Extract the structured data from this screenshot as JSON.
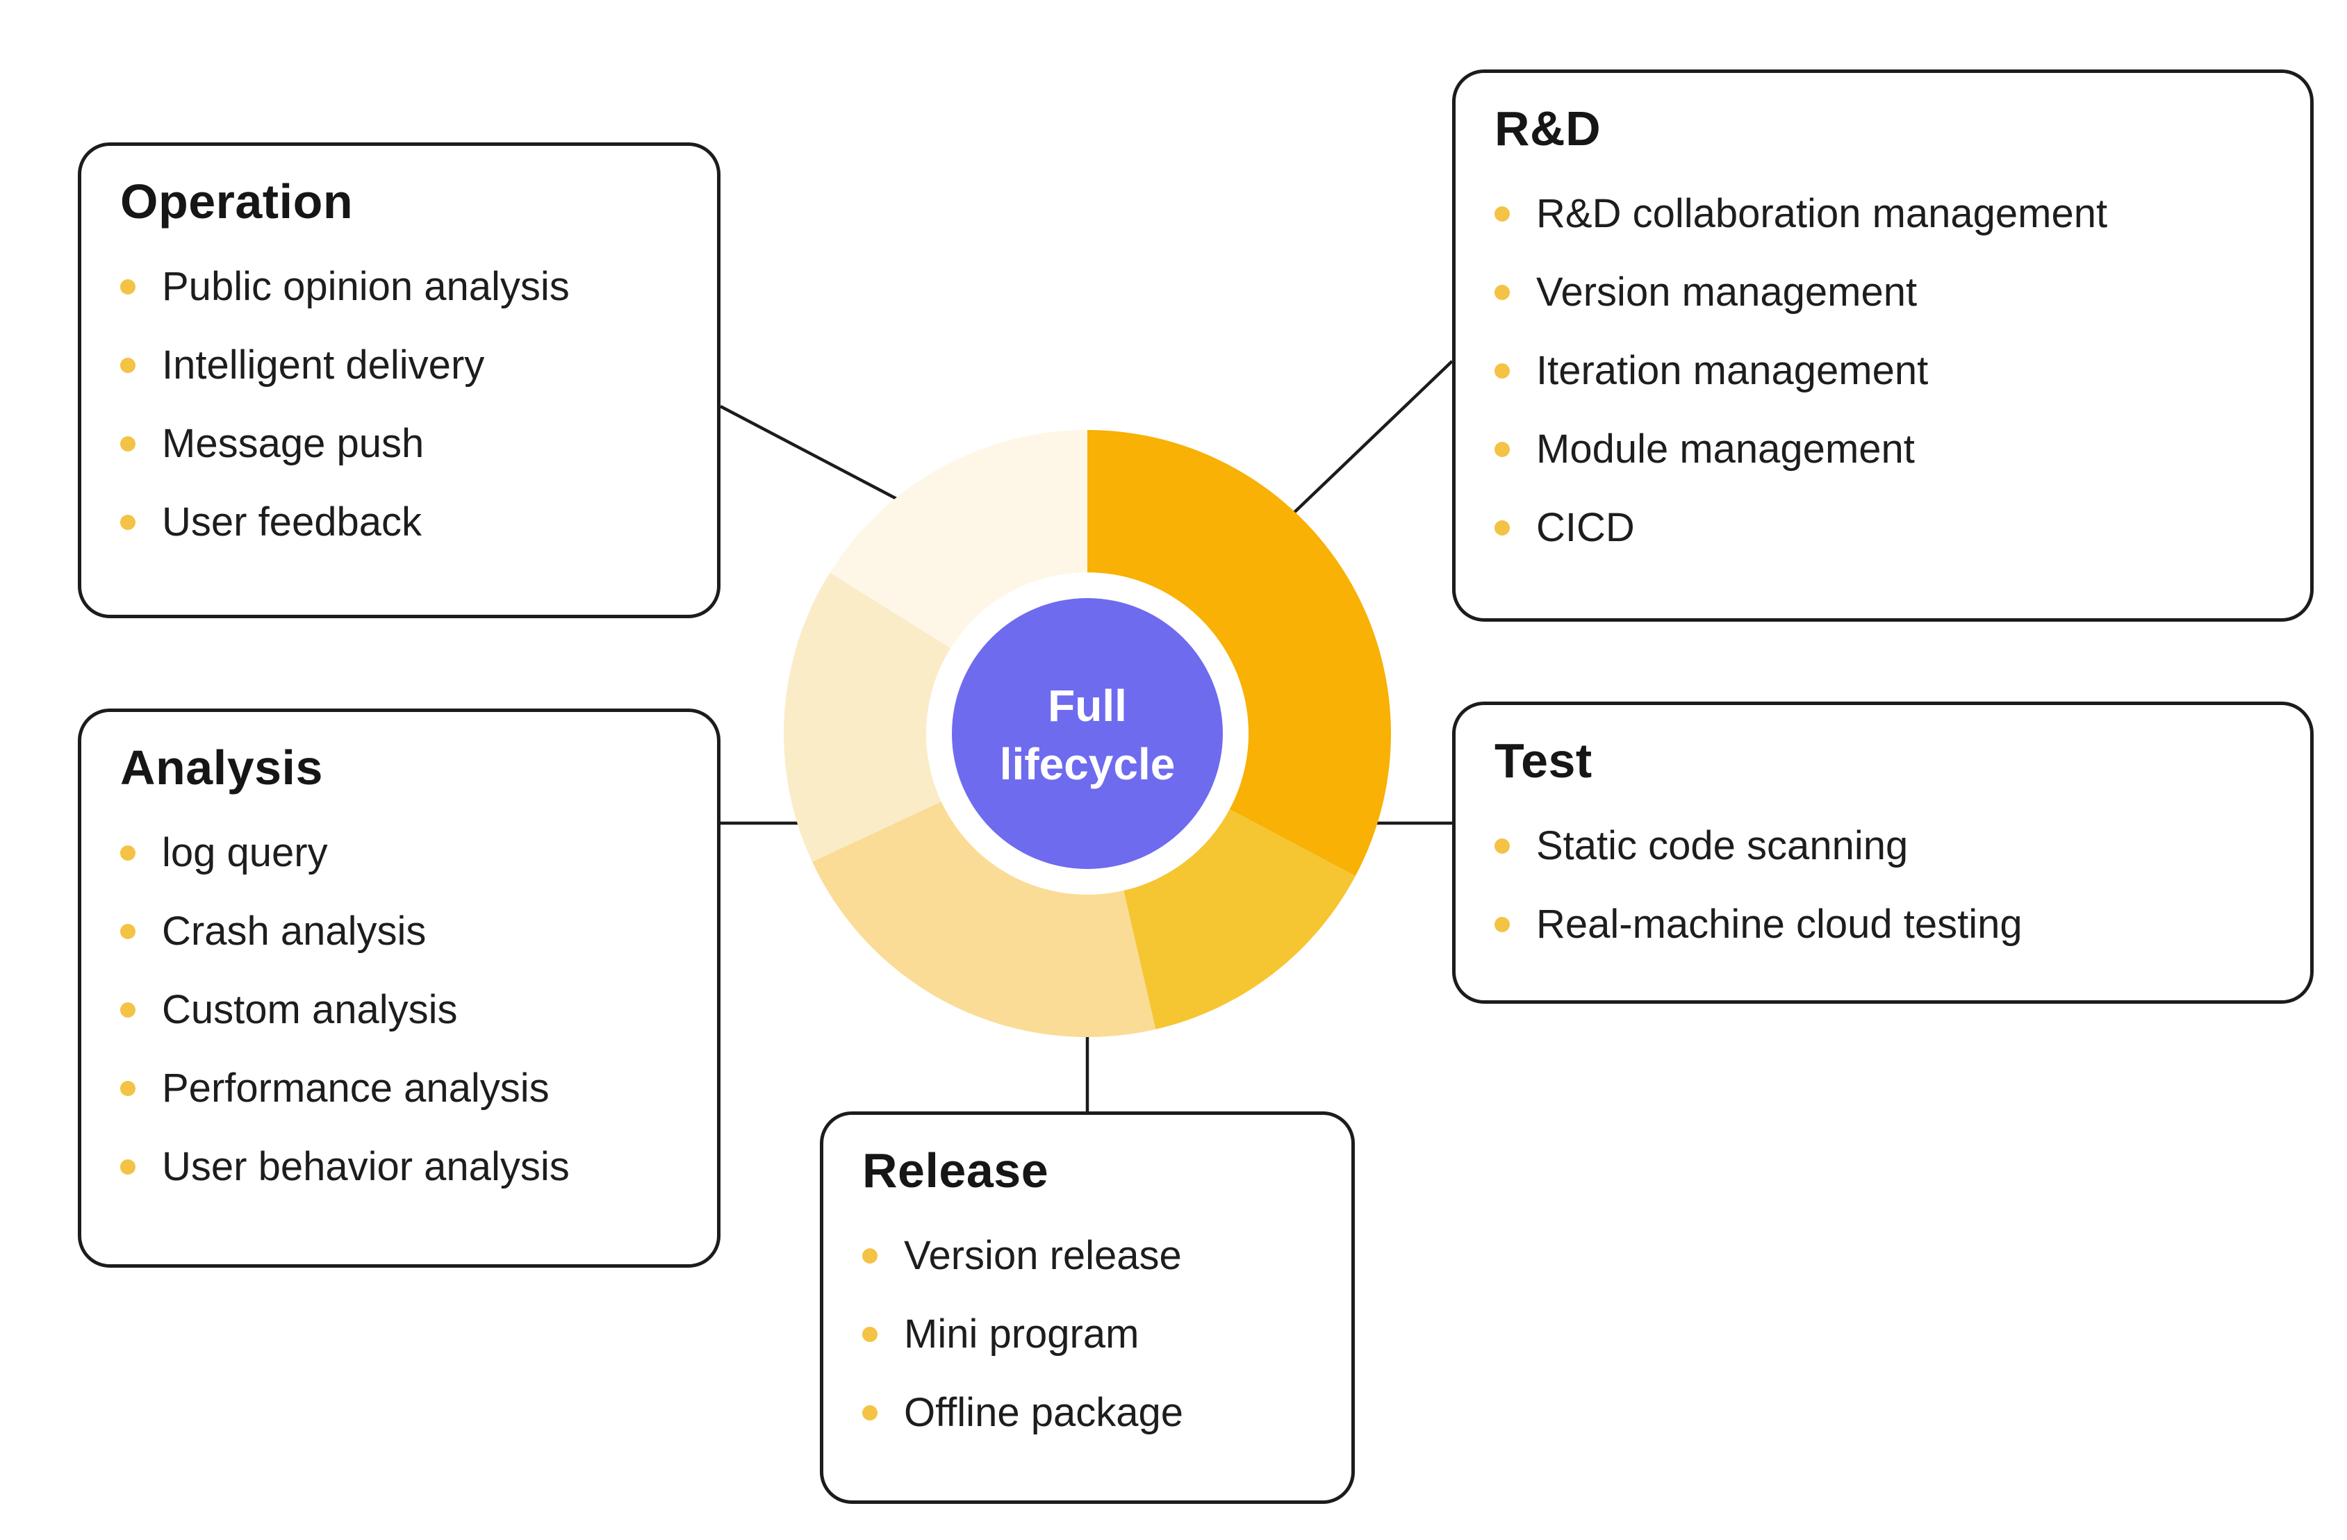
{
  "diagram": {
    "center": {
      "line1": "Full",
      "line2": "lifecycle",
      "color": "#6E6BEF",
      "text_color": "#FFFFFF"
    },
    "donut": {
      "segments": [
        {
          "name": "rd",
          "start": 0,
          "end": 118,
          "color": "#F8B104"
        },
        {
          "name": "test",
          "start": 118,
          "end": 167,
          "color": "#F6C532"
        },
        {
          "name": "release",
          "start": 167,
          "end": 245,
          "color": "#FADC96"
        },
        {
          "name": "analysis",
          "start": 245,
          "end": 302,
          "color": "#FBECC8"
        },
        {
          "name": "operation",
          "start": 302,
          "end": 360,
          "color": "#FEF7E8"
        }
      ]
    },
    "boxes": {
      "operation": {
        "title": "Operation",
        "items": [
          "Public opinion analysis",
          "Intelligent delivery",
          "Message push",
          "User feedback"
        ]
      },
      "rd": {
        "title": "R&D",
        "items": [
          "R&D collaboration management",
          "Version management",
          "Iteration management",
          "Module management",
          "CICD"
        ]
      },
      "analysis": {
        "title": "Analysis",
        "items": [
          "log query",
          "Crash analysis",
          "Custom analysis",
          "Performance analysis",
          "User behavior analysis"
        ]
      },
      "test": {
        "title": "Test",
        "items": [
          "Static code scanning",
          "Real-machine cloud testing"
        ]
      },
      "release": {
        "title": "Release",
        "items": [
          "Version release",
          "Mini program",
          "Offline package"
        ]
      }
    }
  }
}
